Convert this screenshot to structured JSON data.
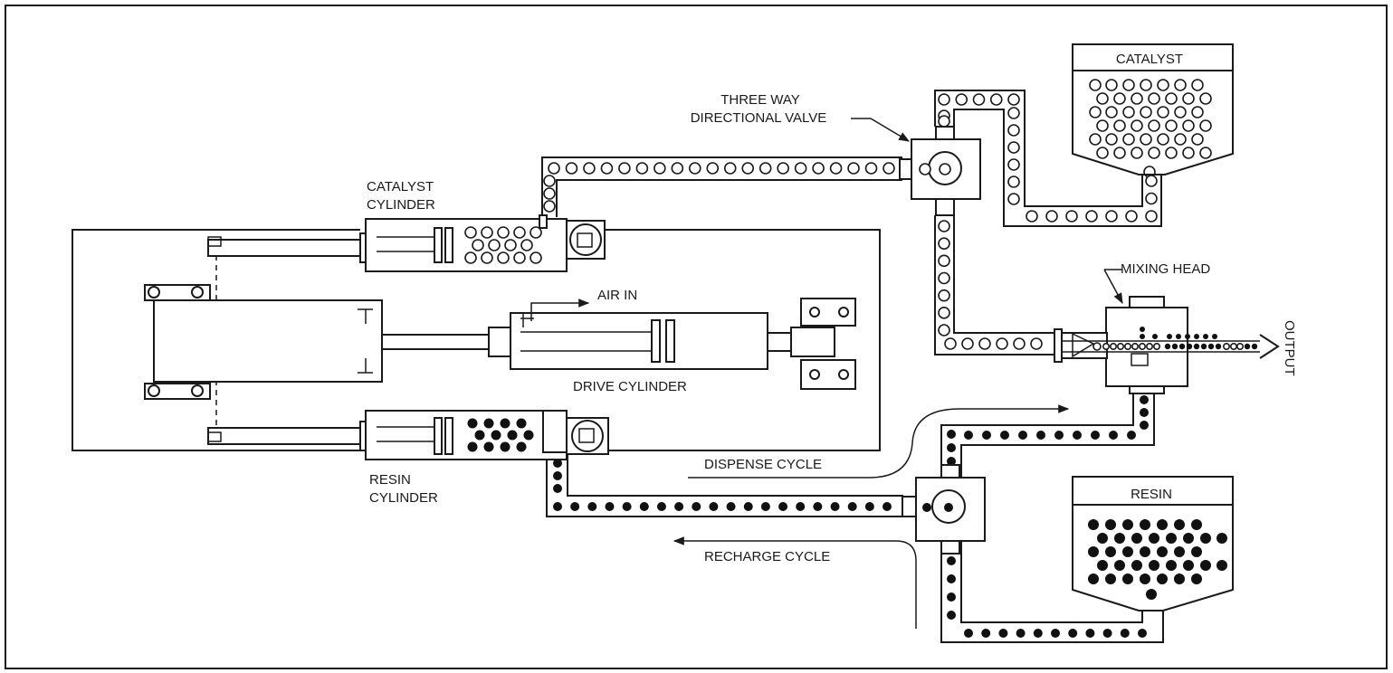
{
  "labels": {
    "catalyst_tank": "CATALYST",
    "resin_tank": "RESIN",
    "three_way_valve_line1": "THREE WAY",
    "three_way_valve_line2": "DIRECTIONAL VALVE",
    "catalyst_cylinder_line1": "CATALYST",
    "catalyst_cylinder_line2": "CYLINDER",
    "resin_cylinder_line1": "RESIN",
    "resin_cylinder_line2": "CYLINDER",
    "air_in": "AIR IN",
    "drive_cylinder": "DRIVE CYLINDER",
    "mixing_head": "MIXING HEAD",
    "output": "OUTPUT",
    "dispense_cycle": "DISPENSE CYCLE",
    "recharge_cycle": "RECHARGE CYCLE"
  }
}
